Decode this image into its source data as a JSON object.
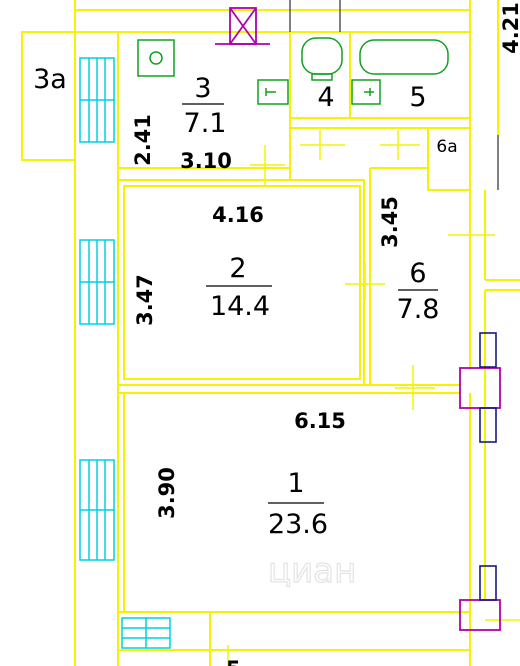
{
  "colors": {
    "wall": "#f4f400",
    "window": "#00d0e0",
    "door": "#f4f400",
    "column": "#b000b0",
    "fixture": "#10a020",
    "watermark": "#e3e3e3"
  },
  "rooms": [
    {
      "number": "1",
      "area": "23.6"
    },
    {
      "number": "2",
      "area": "14.4"
    },
    {
      "number": "3",
      "area": "7.1"
    },
    {
      "number": "3a",
      "area": ""
    },
    {
      "number": "4",
      "area": ""
    },
    {
      "number": "5",
      "area": ""
    },
    {
      "number": "6",
      "area": "7.8"
    },
    {
      "number": "6a",
      "area": ""
    }
  ],
  "dimensions": [
    "6.15",
    "3.90",
    "4.16",
    "3.47",
    "3.45",
    "3.10",
    "2.41",
    "4.21"
  ],
  "watermark": "циан"
}
